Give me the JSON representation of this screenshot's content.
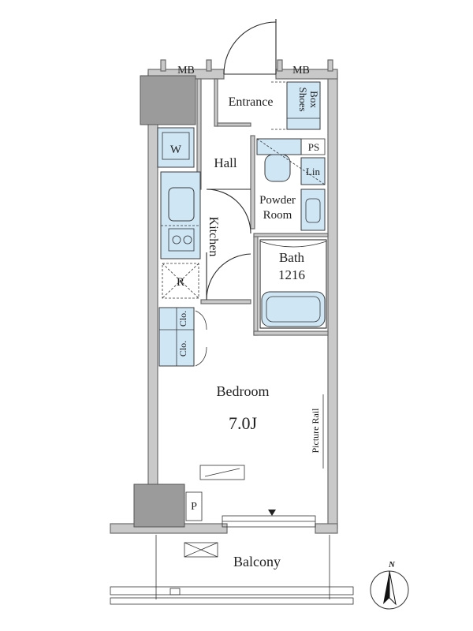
{
  "labels": {
    "mb_left": "MB",
    "mb_right": "MB",
    "entrance": "Entrance",
    "shoes_box_1": "Shoes",
    "shoes_box_2": "Box",
    "washer": "W",
    "hall": "Hall",
    "ps": "PS",
    "linen": "Lin",
    "powder_room_1": "Powder",
    "powder_room_2": "Room",
    "kitchen": "Kitchen",
    "bath": "Bath",
    "bath_size": "1216",
    "refrigerator": "R",
    "closet_upper": "Clo.",
    "closet_lower": "Clo.",
    "bedroom": "Bedroom",
    "bedroom_size": "7.0J",
    "picture_rail": "Picture Rail",
    "p": "P",
    "balcony": "Balcony",
    "north": "N"
  },
  "colors": {
    "wall_fill": "#c9c9c9",
    "fixture_fill": "#cfe6f5",
    "dark_fill": "#9b9b9b"
  }
}
